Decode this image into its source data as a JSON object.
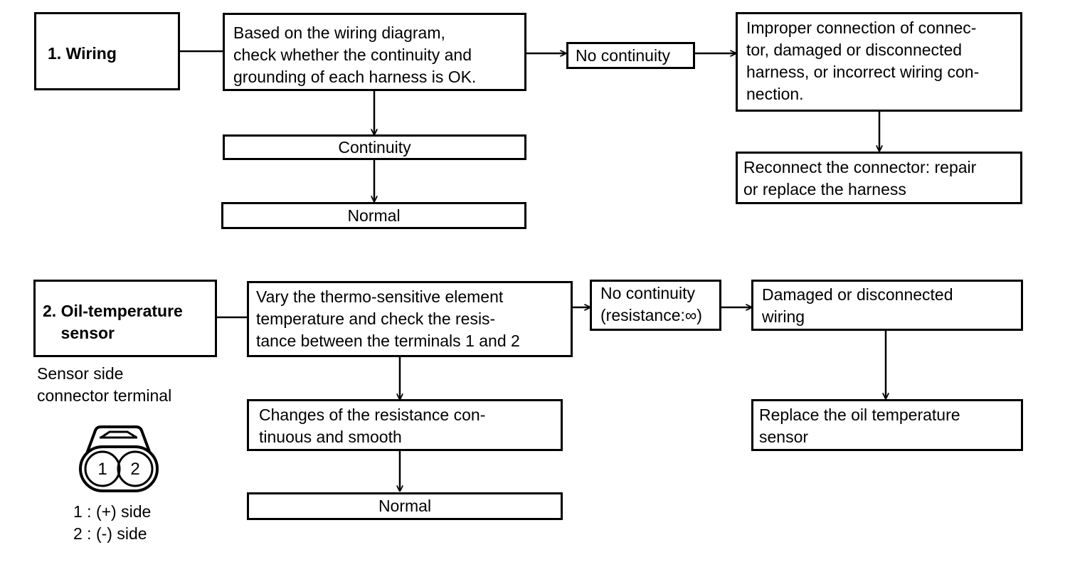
{
  "section1": {
    "title": "1. Wiring",
    "check": "Based on the wiring diagram,\ncheck whether the continuity and\ngrounding of each harness is OK.",
    "no_continuity": "No continuity",
    "cause": "Improper connection of connec-\ntor, damaged or disconnected\nharness, or incorrect wiring con-\nnection.",
    "remedy": "Reconnect the connector: repair\nor replace the harness",
    "continuity": "Continuity",
    "normal": "Normal"
  },
  "section2": {
    "title": "2. Oil-temperature\n    sensor",
    "check": "Vary the thermo-sensitive element\ntemperature and check the resis-\ntance between the terminals 1 and 2",
    "no_continuity": "No continuity\n(resistance:∞)",
    "cause": "Damaged or disconnected\nwiring",
    "remedy": "Replace the oil temperature\nsensor",
    "changes": "Changes of the resistance con-\ntinuous and smooth",
    "normal": "Normal",
    "connector_caption": "Sensor side\nconnector terminal",
    "terminal_1": "1",
    "terminal_2": "2",
    "legend": "1 : (+) side\n2 : (-) side"
  }
}
